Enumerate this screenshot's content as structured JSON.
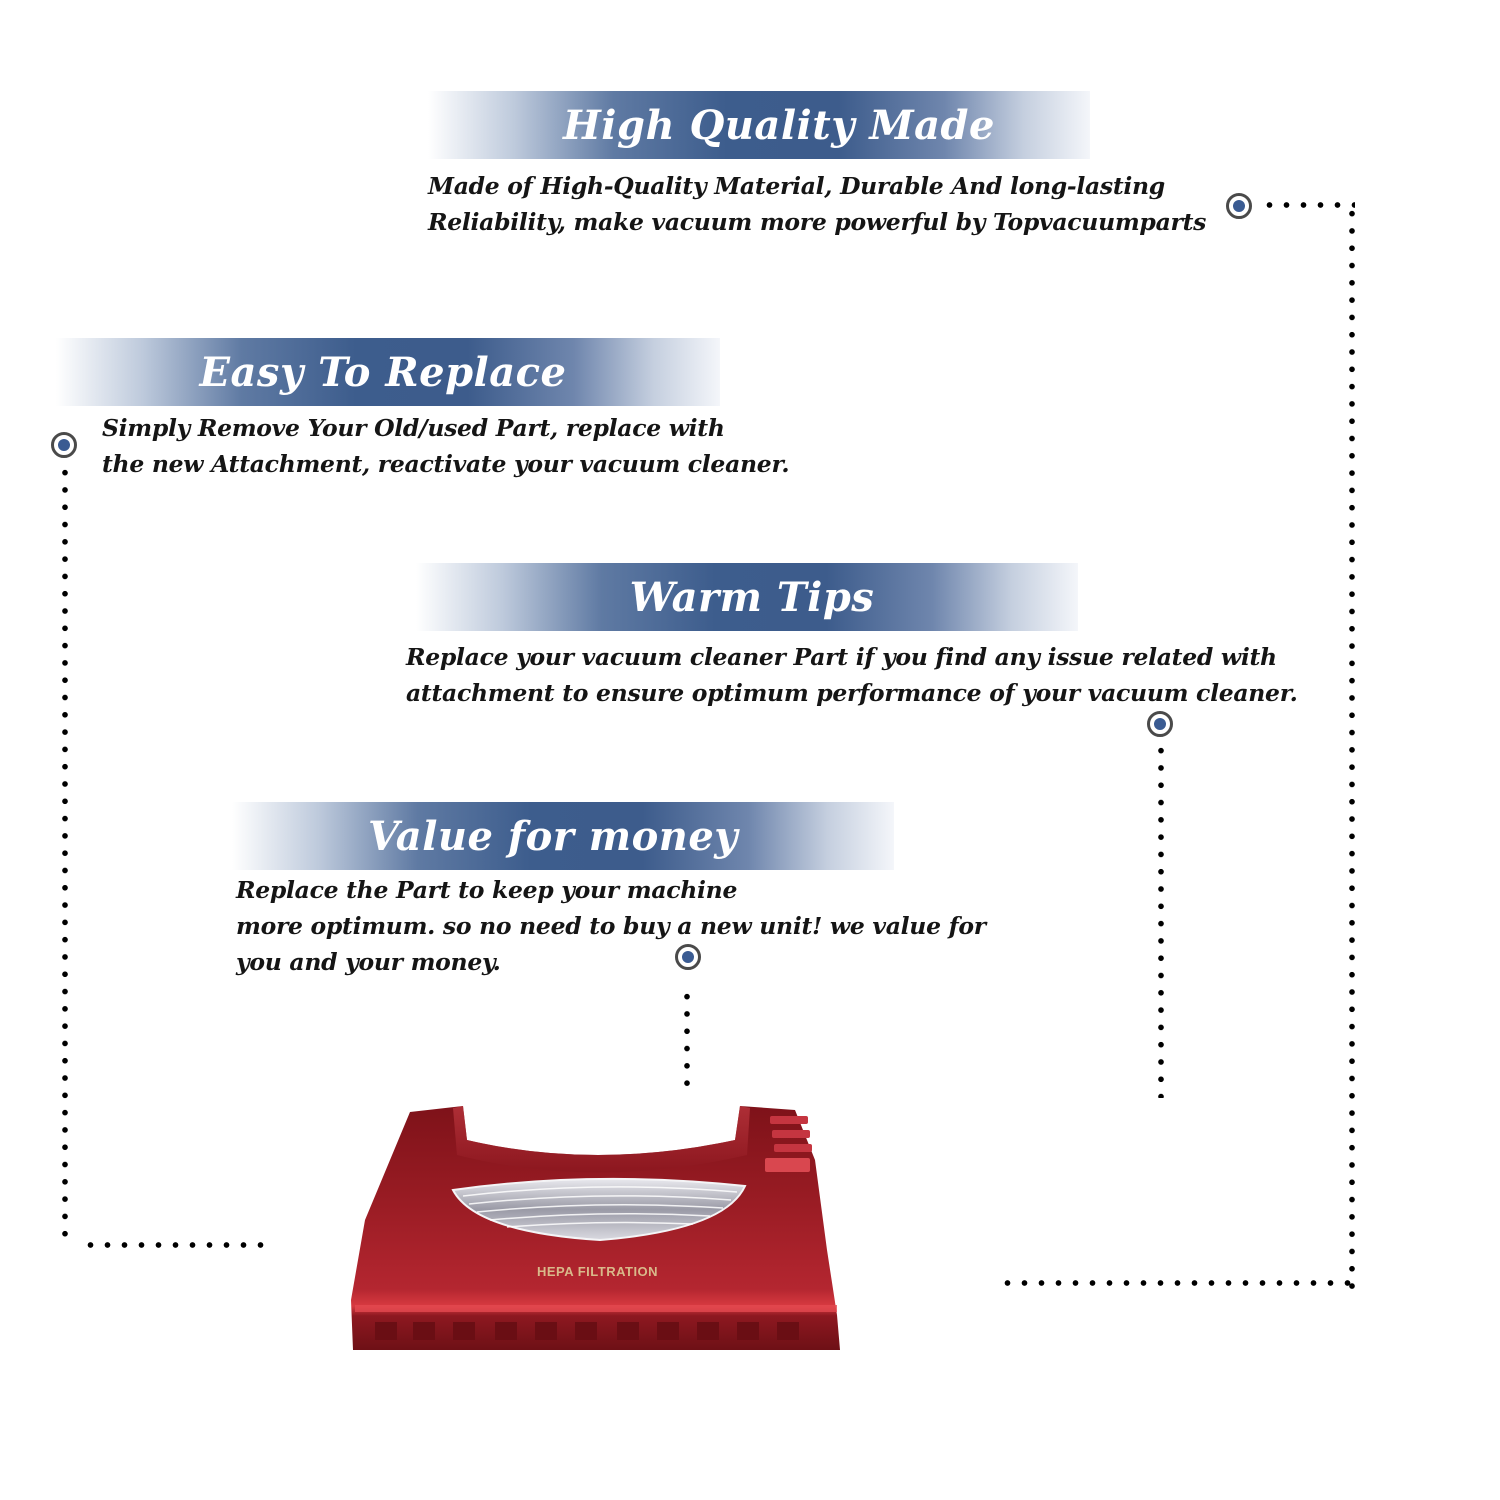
{
  "features": [
    {
      "title": "High Quality Made",
      "lines": [
        "Made of  High-Quality Material, Durable And long-lasting",
        "Reliability, make vacuum more powerful by Topvacuumparts"
      ]
    },
    {
      "title": "Easy To Replace",
      "lines": [
        "Simply Remove Your Old/used Part, replace with",
        "the new Attachment, reactivate your vacuum cleaner."
      ]
    },
    {
      "title": "Warm Tips",
      "lines": [
        "Replace your vacuum cleaner Part if you find any issue related with",
        " attachment to ensure optimum performance of your vacuum cleaner."
      ]
    },
    {
      "title": "Value for money",
      "lines": [
        "Replace the Part to keep your machine",
        "more optimum. so no need to buy a new unit! we value for",
        "you and your money."
      ]
    }
  ],
  "product": {
    "label": "HEPA FILTRATION",
    "body_color": "#9c1a22",
    "label_color": "#d9b98a"
  },
  "colors": {
    "banner_blue": "#3d5c8c",
    "marker_fill": "#3a5b92",
    "marker_ring": "#4a4a4a"
  }
}
